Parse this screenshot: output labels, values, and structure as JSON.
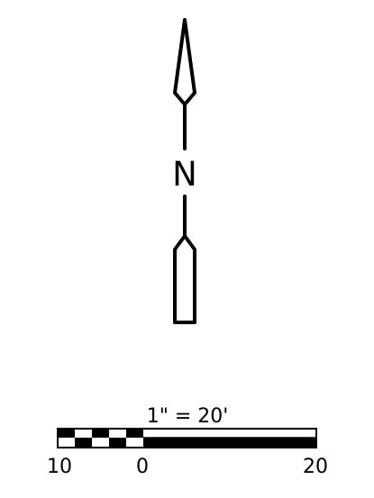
{
  "north_arrow": {
    "letter": "N",
    "icon": "north-arrow-icon",
    "stroke_color": "#000000"
  },
  "scale_bar": {
    "ratio_text": "1\" = 20'",
    "icon": "graphic-scale-bar",
    "tick_labels": [
      "10",
      "0",
      "20"
    ],
    "fill_color": "#000000",
    "background_color": "#ffffff"
  }
}
